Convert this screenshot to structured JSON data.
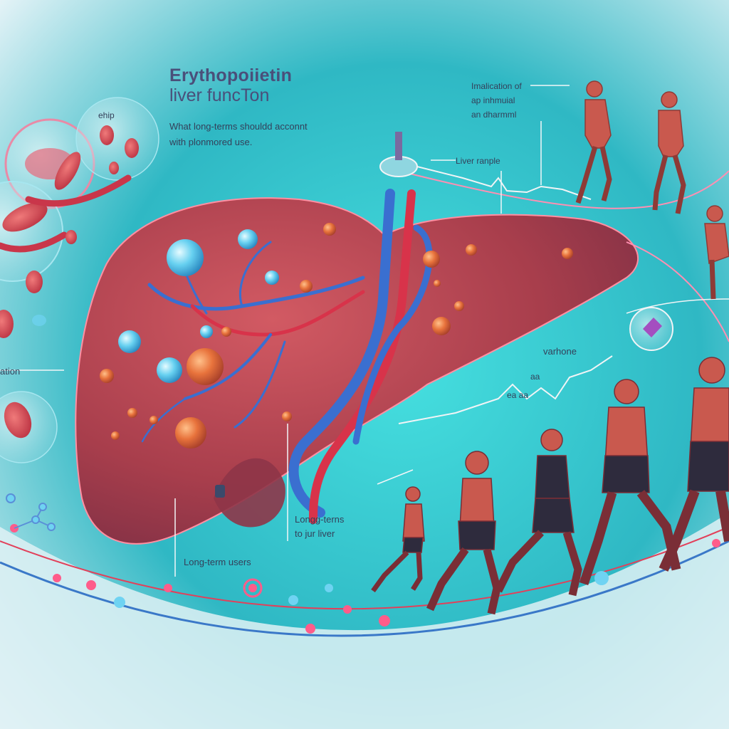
{
  "title": {
    "line1": "Erythopoiietin",
    "line2": "liver funcTon",
    "desc1": "What long-terms shouldd acconnt",
    "desc2": "with plonmored use."
  },
  "labels": {
    "erhip": "ehip",
    "ation": "ation",
    "implication1": "Imalication of",
    "implication2": "ap inhmuial",
    "implication3": "an dharmml",
    "liver_sample": "Liver ranple",
    "varhone": "varhone",
    "long_terms_1": "Longg-terns",
    "long_terms_2": "to jur liver",
    "long_term_users": "Long-term users",
    "small_a": "aa",
    "small_b": "ea aa"
  },
  "colors": {
    "background": "#2cb6c0",
    "liver": "#b2444e",
    "vein_red": "#d8334a",
    "vein_blue": "#3a6fd0",
    "cell_blue": "#6fd3f2",
    "cell_orange": "#e0743a",
    "runner_skin": "#c9594e"
  }
}
